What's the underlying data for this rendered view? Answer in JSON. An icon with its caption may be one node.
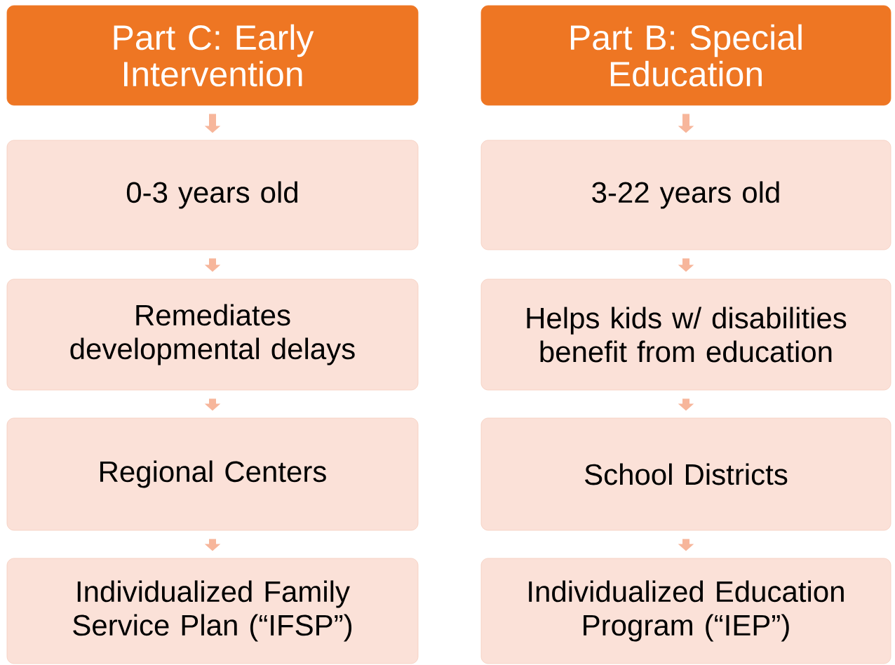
{
  "diagram": {
    "nodes": [
      {
        "text": [
          "Part C: Early Intervention"
        ]
      },
      {
        "text": [
          "0-3 years old"
        ]
      },
      {
        "text": [
          "Remediates developmental delays"
        ]
      },
      {
        "text": [
          "Regional Centers"
        ]
      },
      {
        "text": [
          "Individualized Family Service Plan (“IFSP”)"
        ]
      },
      {
        "text": [
          "Part B: Special Education"
        ]
      },
      {
        "text": [
          "3-22 years old"
        ]
      },
      {
        "text": [
          "Helps kids w/ disabilities benefit from education"
        ]
      },
      {
        "text": [
          "School Districts"
        ]
      },
      {
        "text": [
          "Individualized Education Program (“IEP”)"
        ]
      }
    ],
    "edges": [
      {
        "from": 0,
        "to": 1,
        "arrow": "to"
      },
      {
        "from": 1,
        "to": 2,
        "arrow": "to"
      },
      {
        "from": 2,
        "to": 3,
        "arrow": "to"
      },
      {
        "from": 3,
        "to": 4,
        "arrow": "to"
      },
      {
        "from": 5,
        "to": 6,
        "arrow": "to"
      },
      {
        "from": 6,
        "to": 7,
        "arrow": "to"
      },
      {
        "from": 7,
        "to": 8,
        "arrow": "to"
      },
      {
        "from": 8,
        "to": 9,
        "arrow": "to"
      }
    ]
  }
}
